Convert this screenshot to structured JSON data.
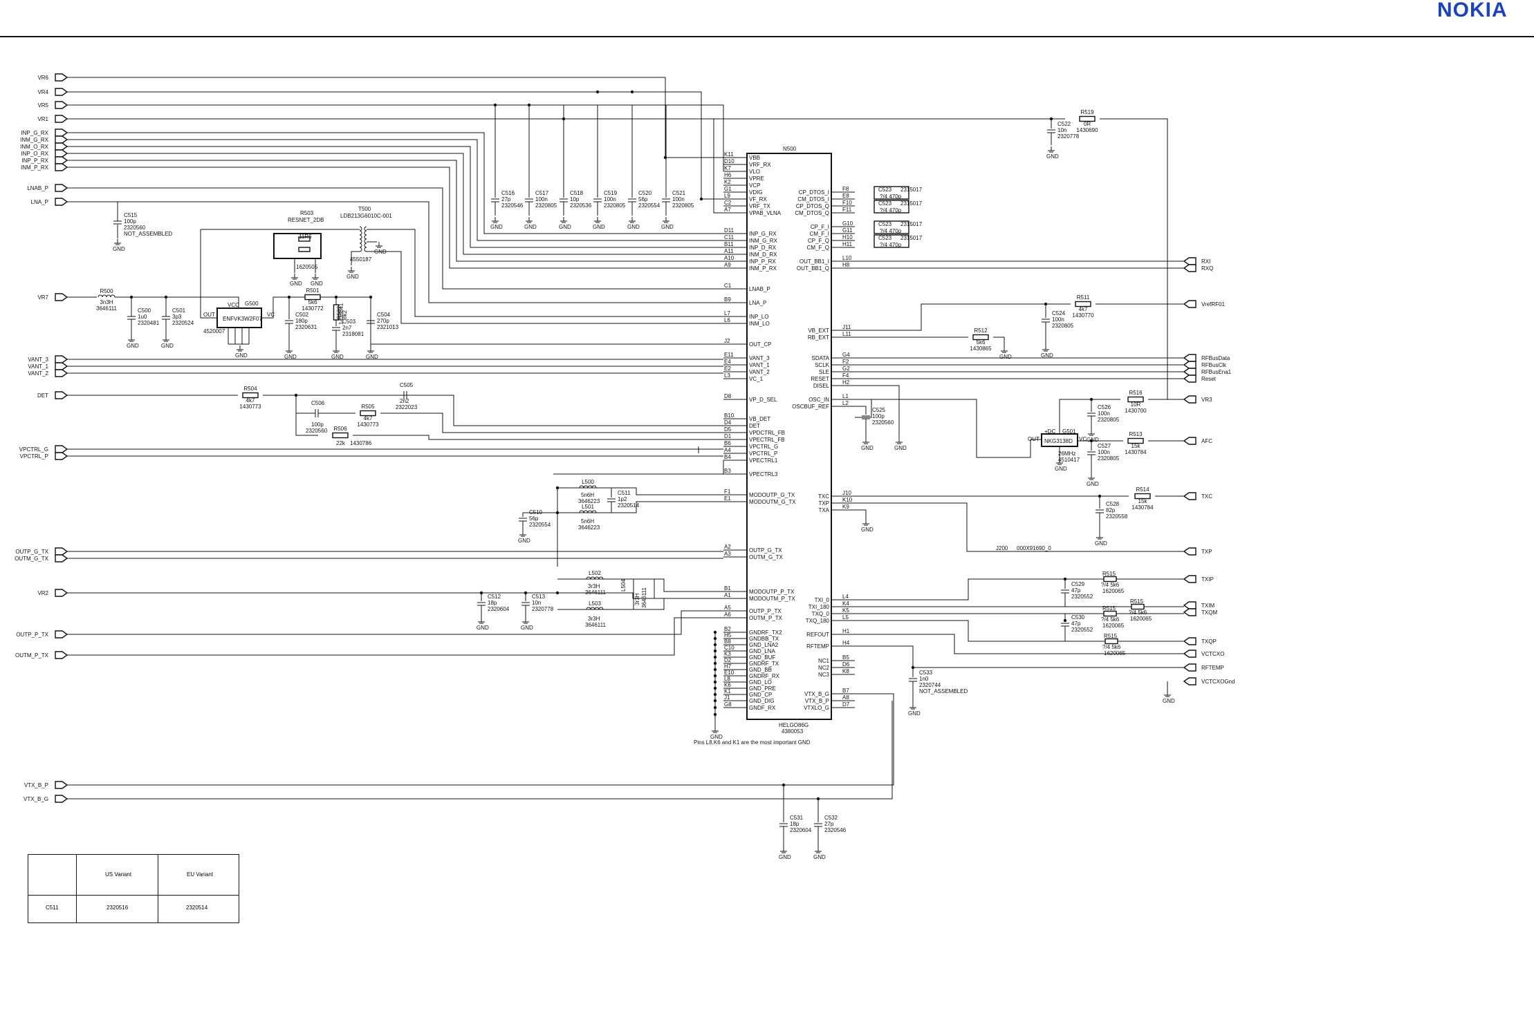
{
  "brand": "NOKIA",
  "ic_main": {
    "ref": "N500",
    "part": "HELGO86G",
    "code": "4380053",
    "left_pins": [
      [
        "K11",
        "VBB"
      ],
      [
        "D10",
        "VRF_RX"
      ],
      [
        "K7",
        "VLO"
      ],
      [
        "H6",
        "VPRE"
      ],
      [
        "K2",
        "VCP"
      ],
      [
        "G1",
        "VDIG"
      ],
      [
        "L9",
        "VF_RX"
      ],
      [
        "C2",
        "VRF_TX"
      ],
      [
        "A7",
        "VPAB_VLNA"
      ],
      [
        "D11",
        "INP_G_RX"
      ],
      [
        "C11",
        "INM_G_RX"
      ],
      [
        "B11",
        "INP_D_RX"
      ],
      [
        "A11",
        "INM_D_RX"
      ],
      [
        "A10",
        "INP_P_RX"
      ],
      [
        "A9",
        "INM_P_RX"
      ],
      [
        "C1",
        "LNAB_P"
      ],
      [
        "B9",
        "LNA_P"
      ],
      [
        "L7",
        "INP_LO"
      ],
      [
        "L6",
        "INM_LO"
      ],
      [
        "J2",
        "OUT_CP"
      ],
      [
        "E11",
        "VANT_3"
      ],
      [
        "E4",
        "VANT_1"
      ],
      [
        "E2",
        "VANT_2"
      ],
      [
        "L3",
        "VC_1"
      ],
      [
        "D8",
        "VP_D_SEL"
      ],
      [
        "B10",
        "VB_DET"
      ],
      [
        "D4",
        "DET"
      ],
      [
        "D5",
        "VPDCTRL_FB"
      ],
      [
        "D1",
        "VPECTRL_FB"
      ],
      [
        "B6",
        "VPCTRL_G"
      ],
      [
        "A4",
        "VPCTRL_P"
      ],
      [
        "B4",
        "VPECTRL1"
      ],
      [
        "B3",
        "VPECTRL3"
      ],
      [
        "F1",
        "MODOUTP_G_TX"
      ],
      [
        "E1",
        "MODOUTM_G_TX"
      ],
      [
        "A2",
        "OUTP_G_TX"
      ],
      [
        "A3",
        "OUTM_G_TX"
      ],
      [
        "B1",
        "MODOUTP_P_TX"
      ],
      [
        "A1",
        "MODOUTM_P_TX"
      ],
      [
        "A5",
        "OUTP_P_TX"
      ],
      [
        "A6",
        "OUTM_P_TX"
      ],
      [
        "B2",
        "GNDRF_TX2"
      ],
      [
        "H5",
        "GNDBB_TX"
      ],
      [
        "B8",
        "GND_LNA2"
      ],
      [
        "C10",
        "GND_LNA"
      ],
      [
        "K3",
        "GND_BUF"
      ],
      [
        "D2",
        "GNDRF_TX"
      ],
      [
        "H7",
        "GND_BB"
      ],
      [
        "E10",
        "GNDRF_RX"
      ],
      [
        "L8",
        "GND_LO"
      ],
      [
        "K6",
        "GND_PRE"
      ],
      [
        "K1",
        "GND_CP"
      ],
      [
        "J1",
        "GND_DIG"
      ],
      [
        "G8",
        "GNDF_RX"
      ]
    ],
    "right_pins": [
      [
        "F8",
        "CP_DTOS_I"
      ],
      [
        "E8",
        "CM_DTOS_I"
      ],
      [
        "F10",
        "CP_DTOS_Q"
      ],
      [
        "F11",
        "CM_DTOS_Q"
      ],
      [
        "G10",
        "CP_F_I"
      ],
      [
        "G11",
        "CM_F_I"
      ],
      [
        "H10",
        "CP_F_Q"
      ],
      [
        "H11",
        "CM_F_Q"
      ],
      [
        "L10",
        "OUT_BB1_I"
      ],
      [
        "H8",
        "OUT_BB1_Q"
      ],
      [
        "J11",
        "VB_EXT"
      ],
      [
        "L11",
        "RB_EXT"
      ],
      [
        "G4",
        "SDATA"
      ],
      [
        "F2",
        "SCLK"
      ],
      [
        "G2",
        "SLE"
      ],
      [
        "F4",
        "RESET"
      ],
      [
        "H2",
        "DISEL"
      ],
      [
        "L1",
        "OSC_IN"
      ],
      [
        "L2",
        "OSCBUF_REF"
      ],
      [
        "J10",
        "TXC"
      ],
      [
        "K10",
        "TXP"
      ],
      [
        "K9",
        "TXA"
      ],
      [
        "L4",
        "TXI_0"
      ],
      [
        "K4",
        "TXI_180"
      ],
      [
        "K5",
        "TXQ_0"
      ],
      [
        "L5",
        "TXQ_180"
      ],
      [
        "H1",
        "REFOUT"
      ],
      [
        "H4",
        "RFTEMP"
      ],
      [
        "B5",
        "NC1"
      ],
      [
        "D6",
        "NC2"
      ],
      [
        "K8",
        "NC3"
      ],
      [
        "B7",
        "VTX_B_G"
      ],
      [
        "A8",
        "VTX_B_P"
      ],
      [
        "D7",
        "VTXLO_G"
      ]
    ]
  },
  "left_ports": [
    "VR6",
    "VR4",
    "VR5",
    "VR1",
    "INP_G_RX",
    "INM_G_RX",
    "INM_O_RX",
    "INP_O_RX",
    "INP_P_RX",
    "INM_P_RX",
    "LNAB_P",
    "LNA_P",
    "VR7",
    "VANT_3",
    "VANT_1",
    "VANT_2",
    "DET",
    "VPCTRL_G",
    "VPCTRL_P",
    "OUTP_G_TX",
    "OUTM_G_TX",
    "VR2",
    "OUTP_P_TX",
    "OUTM_P_TX",
    "VTX_B_P",
    "VTX_B_G"
  ],
  "right_ports": [
    "RXI",
    "RXQ",
    "VrefRF01",
    "RFBusData",
    "RFBusClk",
    "RFBusEna1",
    "Reset",
    "VR3",
    "AFC",
    "TXC",
    "TXP",
    "TXIP",
    "TXIM",
    "TXQM",
    "TXQP",
    "VCTCXO",
    "RFTEMP",
    "VCTCXOGnd"
  ],
  "decoupling_caps": [
    [
      "C516",
      "27p",
      "2320546"
    ],
    [
      "C517",
      "100n",
      "2320805"
    ],
    [
      "C518",
      "10p",
      "2320536"
    ],
    [
      "C519",
      "100n",
      "2320805"
    ],
    [
      "C520",
      "56p",
      "2320554"
    ],
    [
      "C521",
      "100n",
      "2320805"
    ]
  ],
  "filter_caps": [
    [
      "C523",
      "2315017",
      "?/4 470p"
    ],
    [
      "C523",
      "2315017",
      "?/4 470p"
    ],
    [
      "C523",
      "2315017",
      "?/4 470p"
    ],
    [
      "C523",
      "2315017",
      "?/4 470p"
    ]
  ],
  "parts": {
    "c515": [
      "C515",
      "100p",
      "2320560",
      "NOT_ASSEMBLED"
    ],
    "r503": [
      "R503",
      "RESNET_2DB",
      "11R6",
      "1620505"
    ],
    "t500": [
      "T500",
      "LDB213G6010C-001",
      "4550187"
    ],
    "r500": [
      "R500",
      "3n3H",
      "3646111"
    ],
    "c500": [
      "C500",
      "1u0",
      "2320481"
    ],
    "c501": [
      "C501",
      "3p3",
      "2320524"
    ],
    "g500": [
      "G500",
      "ENFVK3W2F07",
      "4520007",
      "VCC",
      "OUT",
      "VC"
    ],
    "r501": [
      "R501",
      "5k6",
      "1430772"
    ],
    "r502": [
      "R502",
      "8k2",
      "1430841"
    ],
    "c502": [
      "C502",
      "180p",
      "2320631"
    ],
    "c503": [
      "C503",
      "2n7",
      "2318081"
    ],
    "c504": [
      "C504",
      "270p",
      "2321013"
    ],
    "r504": [
      "R504",
      "4k7",
      "1430773"
    ],
    "c505": [
      "C505",
      "2n2",
      "2322023"
    ],
    "c506": [
      "C506",
      "100p",
      "2320560"
    ],
    "r505": [
      "R505",
      "4k7",
      "1430773"
    ],
    "r506": [
      "R506",
      "22k",
      "1430786"
    ],
    "l500": [
      "L500",
      "5n6H",
      "3646223"
    ],
    "l501": [
      "L501",
      "5n6H",
      "3646223"
    ],
    "c511": [
      "C511",
      "1p2",
      "2320514"
    ],
    "c510": [
      "C510",
      "56p",
      "2320554"
    ],
    "l502": [
      "L502",
      "3r3H",
      "3646111"
    ],
    "l503": [
      "L503",
      "3r3H",
      "3646111"
    ],
    "l504": [
      "L504",
      "3r3H",
      "3646111"
    ],
    "c512": [
      "C512",
      "18p",
      "2320604"
    ],
    "c513": [
      "C513",
      "10n",
      "2320778"
    ],
    "r519": [
      "R519",
      "0R",
      "1430690"
    ],
    "c522": [
      "C522",
      "10n",
      "2320778"
    ],
    "r511": [
      "R511",
      "4k7",
      "1430770"
    ],
    "r512": [
      "R512",
      "5k6",
      "1430865"
    ],
    "c524": [
      "C524",
      "100n",
      "2320805"
    ],
    "c525": [
      "C525",
      "100p",
      "2320560"
    ],
    "r516": [
      "R516",
      "10R",
      "1430700"
    ],
    "c526": [
      "C526",
      "100n",
      "2320805"
    ],
    "g501": [
      "G501",
      "NKG3138D",
      "26MHz",
      "4510417",
      "+DC",
      "OUT",
      "VC"
    ],
    "r513": [
      "R513",
      "15k",
      "1430784"
    ],
    "c527": [
      "C527",
      "100n",
      "2320805"
    ],
    "r514": [
      "R514",
      "15k",
      "1430784"
    ],
    "c528": [
      "C528",
      "82p",
      "2320558"
    ],
    "j200": [
      "J200",
      "000X91690_0"
    ],
    "c529": [
      "C529",
      "47p",
      "2320552"
    ],
    "c530": [
      "C530",
      "47p",
      "2320552"
    ],
    "r515": [
      "R515",
      "?/4 5k6",
      "1620065"
    ],
    "c533": [
      "C533",
      "1n0",
      "2320744",
      "NOT_ASSEMBLED"
    ],
    "c531": [
      "C531",
      "18p",
      "2320604"
    ],
    "c532": [
      "C532",
      "27p",
      "2320546"
    ]
  },
  "gnd": "GND",
  "note": "Pins L8,K6 and K1 are the most important GND",
  "variant_table": {
    "headers": [
      "",
      "US Variant",
      "EU Variant"
    ],
    "rows": [
      [
        "C511",
        "2320516",
        "2320514"
      ]
    ]
  }
}
